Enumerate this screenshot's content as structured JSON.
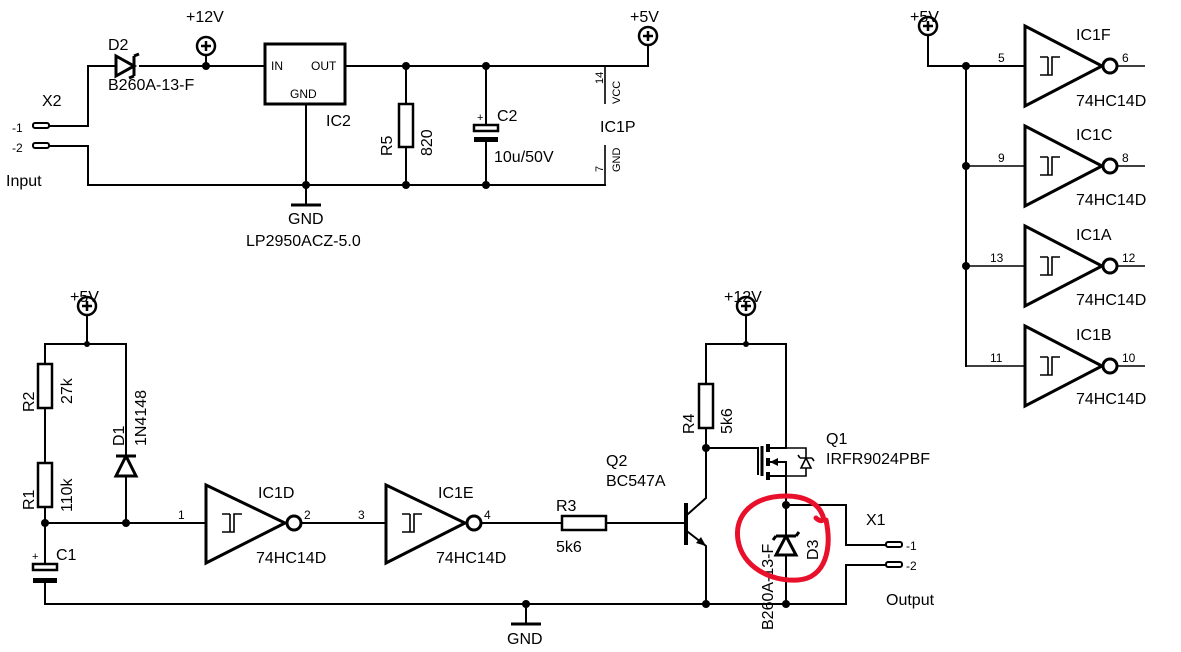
{
  "power": {
    "p12": "+12V",
    "p5": "+5V"
  },
  "gnd": "GND",
  "x2": {
    "name": "X2",
    "pin1": "-1",
    "pin2": "-2",
    "label": "Input"
  },
  "x1": {
    "name": "X1",
    "pin1": "-1",
    "pin2": "-2",
    "label": "Output"
  },
  "d2": {
    "name": "D2",
    "value": "B260A-13-F"
  },
  "ic2": {
    "name": "IC2",
    "value": "LP2950ACZ-5.0",
    "in": "IN",
    "out": "OUT",
    "gnd": "GND"
  },
  "r5": {
    "name": "R5",
    "value": "820"
  },
  "c2": {
    "name": "C2",
    "value": "10u/50V",
    "plus": "+"
  },
  "ic1p": {
    "name": "IC1P",
    "vcc_pin": "14",
    "vcc": "VCC",
    "gnd_pin": "7",
    "gnd": "GND"
  },
  "gates": {
    "ic1f": {
      "name": "IC1F",
      "value": "74HC14D",
      "in_pin": "5",
      "out_pin": "6"
    },
    "ic1c": {
      "name": "IC1C",
      "value": "74HC14D",
      "in_pin": "9",
      "out_pin": "8"
    },
    "ic1a": {
      "name": "IC1A",
      "value": "74HC14D",
      "in_pin": "13",
      "out_pin": "12"
    },
    "ic1b": {
      "name": "IC1B",
      "value": "74HC14D",
      "in_pin": "11",
      "out_pin": "10"
    },
    "ic1d": {
      "name": "IC1D",
      "value": "74HC14D",
      "in_pin": "1",
      "out_pin": "2"
    },
    "ic1e": {
      "name": "IC1E",
      "value": "74HC14D",
      "in_pin": "3",
      "out_pin": "4"
    }
  },
  "r2": {
    "name": "R2",
    "value": "27k"
  },
  "r1": {
    "name": "R1",
    "value": "110k"
  },
  "d1": {
    "name": "D1",
    "value": "1N4148"
  },
  "c1": {
    "name": "C1",
    "plus": "+"
  },
  "r3": {
    "name": "R3",
    "value": "5k6"
  },
  "r4": {
    "name": "R4",
    "value": "5k6"
  },
  "q2": {
    "name": "Q2",
    "value": "BC547A"
  },
  "q1": {
    "name": "Q1",
    "value": "IRFR9024PBF"
  },
  "d3": {
    "name": "D3",
    "value": "B260A-13-F"
  },
  "highlight": {
    "color": "#e8102a"
  }
}
